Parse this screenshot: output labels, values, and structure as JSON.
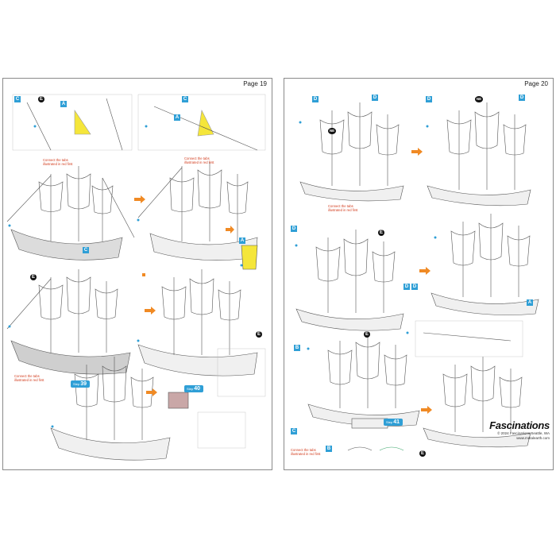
{
  "pages": [
    {
      "page_label": "Page 19",
      "notes": [
        "Connect the tabs illustrated in red first",
        "Connect the tabs illustrated in red first",
        "Connect the tabs illustrated in red first"
      ],
      "steps": [
        "39",
        "40"
      ],
      "tags": [
        "C",
        "E",
        "A",
        "C",
        "A",
        "C",
        "E",
        "A",
        "E"
      ]
    },
    {
      "page_label": "Page 20",
      "notes": [
        "Connect the tabs illustrated in red first",
        "Connect the tabs illustrated in red first"
      ],
      "steps": [
        "41"
      ],
      "tags": [
        "D",
        "D",
        "D",
        "D",
        "D",
        "D",
        "NE",
        "NE",
        "E",
        "D",
        "A",
        "B",
        "C",
        "E",
        "B",
        "E"
      ]
    }
  ],
  "step_prefix": "Step",
  "brand": {
    "logo": "Fascinations",
    "copyright": "© 2024 Fascinations Seattle, WA",
    "website": "www.metalearth.com"
  }
}
